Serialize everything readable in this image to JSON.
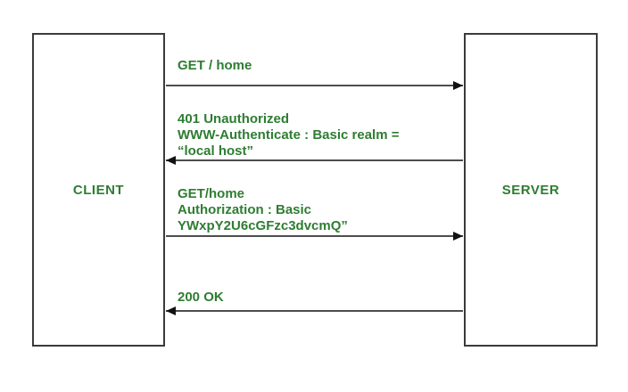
{
  "diagram": {
    "client_label": "CLIENT",
    "server_label": "SERVER",
    "messages": [
      {
        "direction": "right",
        "from": "CLIENT",
        "to": "SERVER",
        "lines": [
          "GET / home"
        ]
      },
      {
        "direction": "left",
        "from": "SERVER",
        "to": "CLIENT",
        "lines": [
          "401 Unauthorized",
          "WWW-Authenticate : Basic realm =",
          "“local host”"
        ]
      },
      {
        "direction": "right",
        "from": "CLIENT",
        "to": "SERVER",
        "lines": [
          "GET/home",
          "Authorization : Basic",
          "YWxpY2U6cGFzc3dvcmQ”"
        ]
      },
      {
        "direction": "left",
        "from": "SERVER",
        "to": "CLIENT",
        "lines": [
          "200 OK"
        ]
      }
    ],
    "colors": {
      "text_green": "#2e7d32",
      "arrow_line": "#4d4d4d",
      "arrow_head": "#111111",
      "box_border": "#3b3b3b",
      "background": "#ffffff"
    }
  }
}
